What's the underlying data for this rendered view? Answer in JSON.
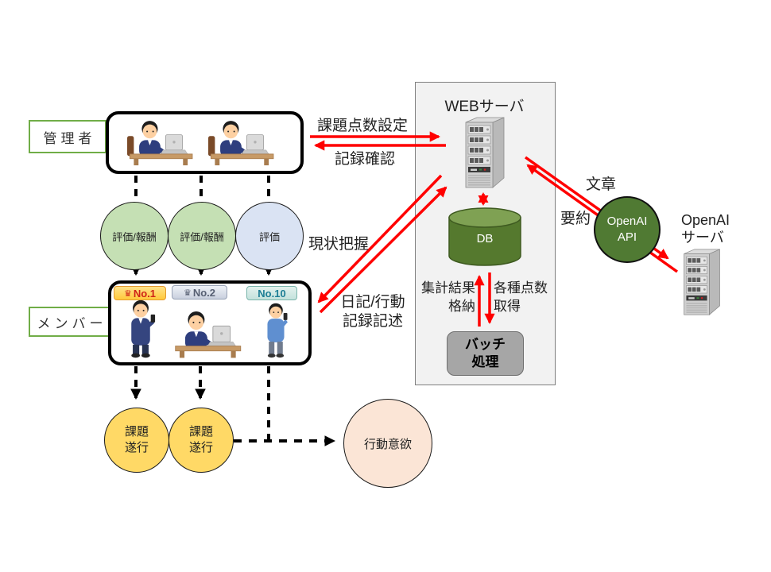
{
  "roles": {
    "admin": "管理者",
    "member": "メンバー"
  },
  "nodes": {
    "web_server": "WEBサーバ",
    "db": "DB",
    "batch": {
      "line1": "バッチ",
      "line2": "処理"
    },
    "openai_api": {
      "line1": "OpenAI",
      "line2": "API"
    },
    "openai_server": {
      "line1": "OpenAI",
      "line2": "サーバ"
    },
    "motivation": "行動意欲"
  },
  "eval_circles": [
    {
      "label": "評価/報酬"
    },
    {
      "label": "評価/報酬"
    },
    {
      "label": "評価"
    }
  ],
  "task_circles": [
    {
      "line1": "課題",
      "line2": "遂行"
    },
    {
      "line1": "課題",
      "line2": "遂行"
    }
  ],
  "rank_badges": [
    "No.1",
    "No.2",
    "No.10"
  ],
  "crown_glyph": "♛",
  "flow_labels": {
    "set_task_points": "課題点数設定",
    "record_check": "記録確認",
    "grasp_status": "現状把握",
    "diary": {
      "line1": "日記/行動",
      "line2": "記録記述"
    },
    "store_agg": {
      "line1": "集計結果",
      "line2": "格納"
    },
    "get_points": {
      "line1": "各種点数",
      "line2": "取得"
    },
    "text": "文章",
    "summary": "要約"
  },
  "colors": {
    "arrow_red": "#ff0000",
    "label_border_green": "#70ad47",
    "eval_green": "#c5e0b4",
    "eval_blue": "#dae3f3",
    "task_yellow": "#ffd966",
    "motivation_pink": "#fbe5d6",
    "db_green_body": "#55792e",
    "db_green_top": "#7fa153",
    "openai_green": "#507a33",
    "batch_gray": "#a6a6a6",
    "panel_gray": "#f2f2f2"
  }
}
